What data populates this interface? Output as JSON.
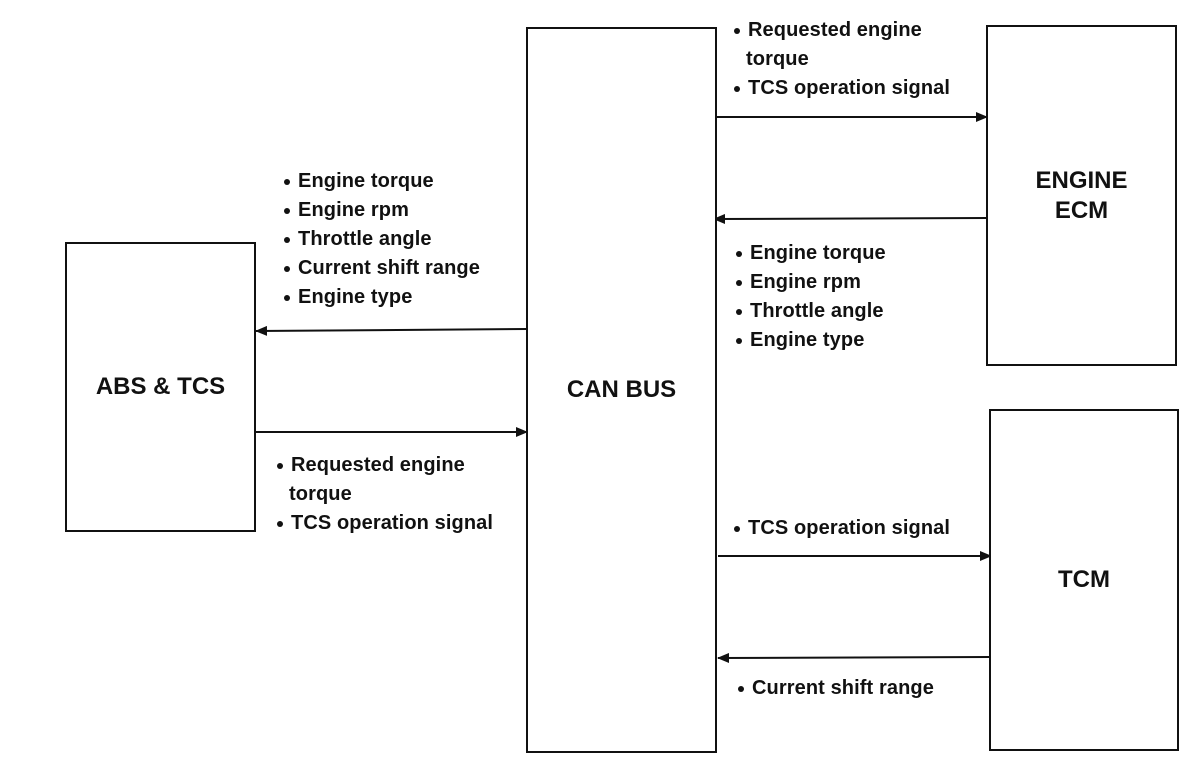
{
  "nodes": {
    "abs_tcs": {
      "label": "ABS & TCS"
    },
    "can_bus": {
      "label": "CAN BUS"
    },
    "engine_ecm": {
      "line1": "ENGINE",
      "line2": "ECM"
    },
    "tcm": {
      "label": "TCM"
    }
  },
  "signals": {
    "can_to_abs": [
      "Engine torque",
      "Engine rpm",
      "Throttle angle",
      "Current shift range",
      "Engine type"
    ],
    "abs_to_can": {
      "item1_line1": "Requested engine",
      "item1_line2": "torque",
      "item2": "TCS operation signal"
    },
    "can_to_ecm": {
      "item1_line1": "Requested engine",
      "item1_line2": "torque",
      "item2": "TCS operation signal"
    },
    "ecm_to_can": [
      "Engine torque",
      "Engine rpm",
      "Throttle angle",
      "Engine type"
    ],
    "can_to_tcm": [
      "TCS operation signal"
    ],
    "tcm_to_can": [
      "Current shift range"
    ]
  },
  "colors": {
    "line": "#111111",
    "background": "#ffffff"
  }
}
